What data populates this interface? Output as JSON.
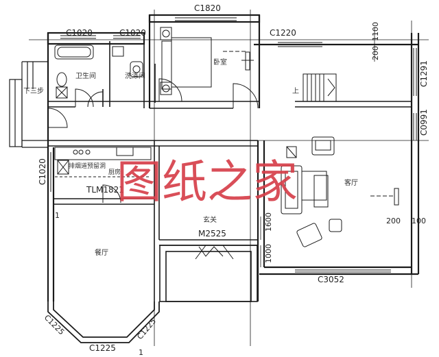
{
  "window_labels": {
    "c1820": "C1820",
    "c1020_a": "C1020",
    "c1020_b": "C1020",
    "c1220": "C1220",
    "c1020_side": "C1020",
    "c1291": "C1291",
    "c0991": "C0991",
    "c3052": "C3052",
    "c1225_bottom": "C1225",
    "c1225_left": "C1225",
    "c1225_right": "C1225",
    "tlm1821": "TLM1821",
    "m2525": "M2525"
  },
  "dimensions": {
    "d200_top": "200",
    "d1100_top": "1100",
    "d200_right": "200",
    "d1100_right": "100",
    "d1600": "1600",
    "d1000": "1000"
  },
  "rooms": {
    "bathroom": "卫生间",
    "laundry": "洗涤间",
    "bedroom": "卧室",
    "kitchen": "厨房",
    "smoke_duct": "排烟道预留洞",
    "foyer": "玄关",
    "dining": "餐厅",
    "living": "客厅"
  },
  "notes": {
    "down_steps": "下三步",
    "up": "上",
    "axis_1_top": "1",
    "axis_1_bottom": "1"
  },
  "watermark": "图纸之家",
  "colors": {
    "line": "#1a1a1a",
    "watermark": "#d6404a"
  }
}
